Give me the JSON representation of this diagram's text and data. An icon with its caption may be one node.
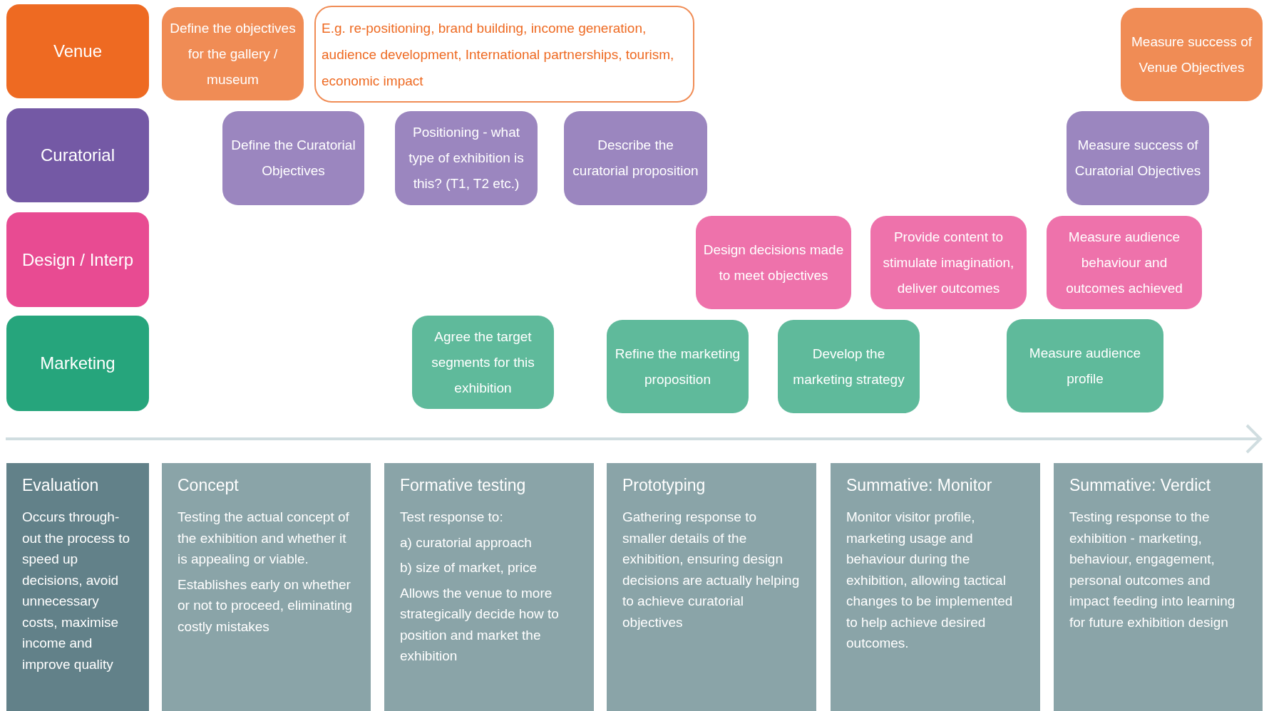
{
  "diagram": {
    "nodes": [
      {
        "text": [
          "Venue"
        ]
      },
      {
        "text": [
          "Define the objectives for the gallery / museum"
        ]
      },
      {
        "text": [
          "E.g. re-positioning, brand building, income generation, audience development, International partnerships, tourism, economic impact"
        ]
      },
      {
        "text": [
          "Measure success of Venue Objectives"
        ]
      },
      {
        "text": [
          "Curatorial"
        ]
      },
      {
        "text": [
          "Define the Curatorial Objectives"
        ]
      },
      {
        "text": [
          "Positioning - what type of exhibition is this? (T1, T2 etc.)"
        ]
      },
      {
        "text": [
          "Describe the curatorial proposition"
        ]
      },
      {
        "text": [
          "Measure success of Curatorial Objectives"
        ]
      },
      {
        "text": [
          "Design / Interp"
        ]
      },
      {
        "text": [
          "Design decisions made to meet objectives"
        ]
      },
      {
        "text": [
          "Provide content to stimulate imagination, deliver outcomes"
        ]
      },
      {
        "text": [
          "Measure audience behaviour and outcomes achieved"
        ]
      },
      {
        "text": [
          "Marketing"
        ]
      },
      {
        "text": [
          "Agree the target segments for this exhibition"
        ]
      },
      {
        "text": [
          "Refine the marketing proposition"
        ]
      },
      {
        "text": [
          "Develop the marketing strategy"
        ]
      },
      {
        "text": [
          "Measure audience profile"
        ]
      },
      {
        "text": [
          "Evaluation",
          "Occurs through-out the process to speed up decisions, avoid unnecessary costs, maximise income and improve quality"
        ]
      },
      {
        "text": [
          "Concept",
          "Testing the actual concept of the exhibition and whether it is appealing or viable.",
          "Establishes early on whether or not to proceed, eliminating costly mistakes"
        ]
      },
      {
        "text": [
          "Formative testing",
          "Test response to:",
          "a) curatorial approach",
          "b) size of market, price",
          "Allows the venue to more strategically decide how to position and market the exhibition"
        ]
      },
      {
        "text": [
          "Prototyping",
          "Gathering response to smaller details of the exhibition, ensuring design decisions are actually helping to achieve curatorial objectives"
        ]
      },
      {
        "text": [
          "Summative: Monitor",
          "Monitor visitor profile, marketing usage and behaviour during the exhibition, allowing tactical changes to be implemented to help achieve desired outcomes."
        ]
      },
      {
        "text": [
          "Summative: Verdict",
          "Testing response to the exhibition - marketing, behaviour, engagement, personal outcomes and impact feeding into learning for future exhibition design"
        ]
      }
    ]
  }
}
